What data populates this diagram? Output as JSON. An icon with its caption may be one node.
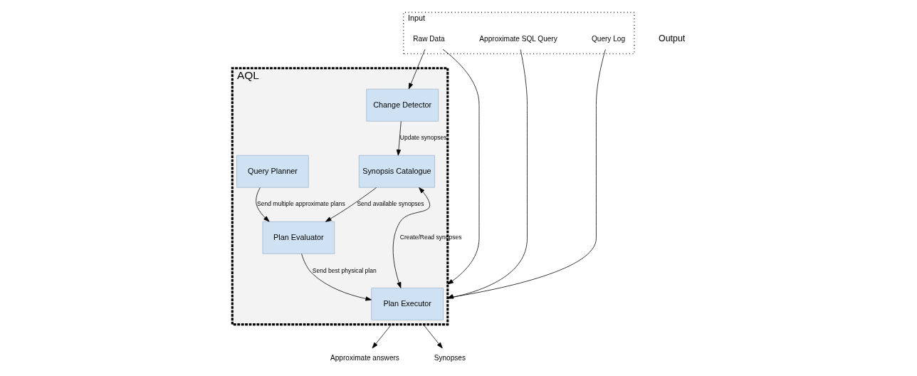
{
  "diagram": {
    "nodes": [
      {
        "text": [
          "AQL"
        ]
      },
      {
        "text": [
          "Synopsis Catalogue"
        ],
        "in": 0
      },
      {
        "text": [
          "Change Detector"
        ],
        "in": 0
      },
      {
        "text": [
          "Query Planner"
        ],
        "in": 0
      },
      {
        "text": [
          "Plan Evaluator"
        ],
        "in": 0
      },
      {
        "text": [
          "Plan Executor"
        ],
        "in": 0
      },
      {
        "text": [
          "Input"
        ]
      },
      {
        "text": [
          "Approximate SQL Query"
        ],
        "in": 6
      },
      {
        "text": [
          "Query Log"
        ],
        "in": 6
      },
      {
        "text": [
          "Raw Data"
        ],
        "in": 6
      },
      {
        "text": [
          "Approximate answers"
        ]
      },
      {
        "text": [
          "Synopses"
        ]
      }
    ],
    "edges": [
      {
        "from": 2,
        "to": 1,
        "arrow": "to",
        "label": "Update synopses"
      },
      {
        "from": 1,
        "to": 4,
        "arrow": "to",
        "label": "Send available synopses"
      },
      {
        "from": 1,
        "to": 5,
        "arrow": "both",
        "label": "Create/Read synopses"
      },
      {
        "from": 3,
        "to": 4,
        "arrow": "to",
        "label": "Send multiple approximate plans"
      },
      {
        "from": 4,
        "to": 5,
        "arrow": "to",
        "label": "Send best physical plan"
      },
      {
        "from": 7,
        "to": 0,
        "arrow": "to"
      },
      {
        "from": 8,
        "to": 0,
        "arrow": "to"
      },
      {
        "from": 9,
        "to": 0,
        "arrow": "to"
      },
      {
        "from": 9,
        "to": 2,
        "arrow": "to"
      },
      {
        "from": 0,
        "to": 10,
        "arrow": "to"
      },
      {
        "from": 0,
        "to": 11,
        "arrow": "to"
      }
    ],
    "labels": [
      "Output"
    ]
  }
}
